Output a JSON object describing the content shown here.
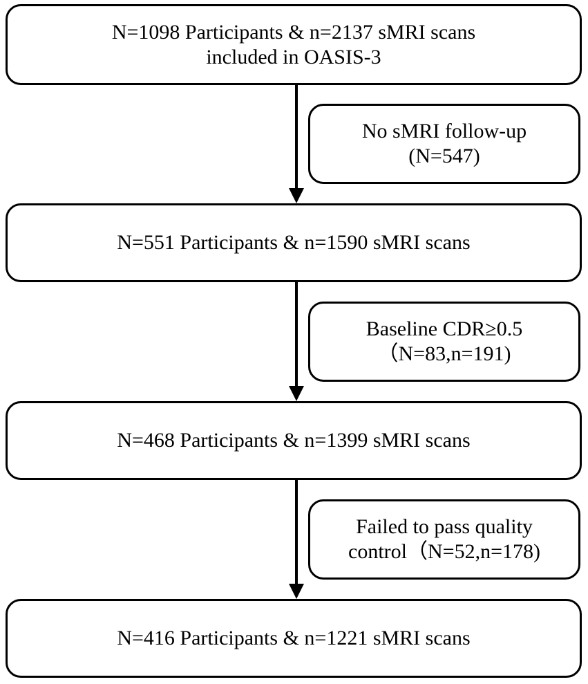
{
  "flowchart": {
    "boxes": [
      {
        "lines": [
          "N=1098 Participants & n=2137 sMRI scans",
          "included in OASIS-3"
        ]
      },
      {
        "lines": [
          "N=551 Participants & n=1590 sMRI scans"
        ]
      },
      {
        "lines": [
          "N=468 Participants & n=1399 sMRI scans"
        ]
      },
      {
        "lines": [
          "N=416 Participants & n=1221 sMRI scans"
        ]
      }
    ],
    "exclusions": [
      {
        "lines": [
          "No sMRI follow-up",
          "(N=547)"
        ]
      },
      {
        "lines": [
          "Baseline CDR≥0.5",
          "（N=83,n=191)"
        ]
      },
      {
        "lines": [
          "Failed to pass quality",
          "control（N=52,n=178)"
        ]
      }
    ]
  }
}
